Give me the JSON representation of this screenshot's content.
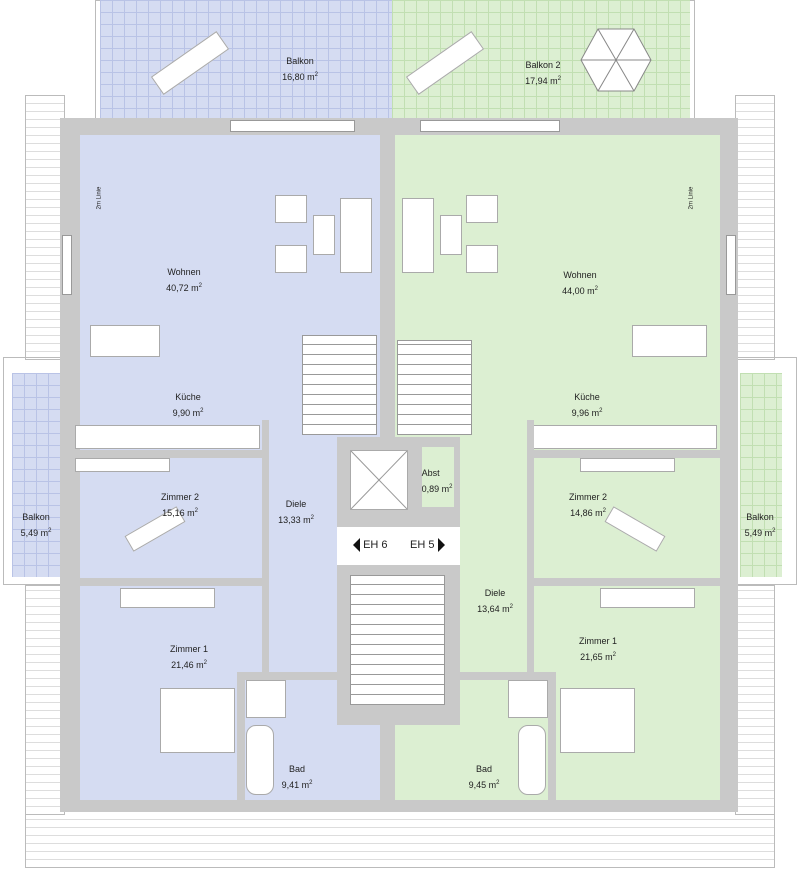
{
  "colors": {
    "unit_left": "#d5dcf2",
    "unit_right": "#dcefd2",
    "wall": "#c9c9c9"
  },
  "rooms": {
    "balkon_top_left": {
      "name": "Balkon",
      "area": "16,80 m",
      "unit": "2"
    },
    "balkon_top_right": {
      "name": "Balkon 2",
      "area": "17,94 m",
      "unit": "2"
    },
    "wohnen_left": {
      "name": "Wohnen",
      "area": "40,72 m",
      "unit": "2"
    },
    "wohnen_right": {
      "name": "Wohnen",
      "area": "44,00 m",
      "unit": "2"
    },
    "kueche_left": {
      "name": "Küche",
      "area": "9,90 m",
      "unit": "2"
    },
    "kueche_right": {
      "name": "Küche",
      "area": "9,96 m",
      "unit": "2"
    },
    "zimmer2_left": {
      "name": "Zimmer 2",
      "area": "15,16 m",
      "unit": "2"
    },
    "zimmer2_right": {
      "name": "Zimmer 2",
      "area": "14,86 m",
      "unit": "2"
    },
    "diele_left": {
      "name": "Diele",
      "area": "13,33 m",
      "unit": "2"
    },
    "diele_right": {
      "name": "Diele",
      "area": "13,64 m",
      "unit": "2"
    },
    "abst": {
      "name": "Abst",
      "area": "0,89 m",
      "unit": "2"
    },
    "balkon_left": {
      "name": "Balkon",
      "area": "5,49 m",
      "unit": "2"
    },
    "balkon_right": {
      "name": "Balkon",
      "area": "5,49 m",
      "unit": "2"
    },
    "zimmer1_left": {
      "name": "Zimmer 1",
      "area": "21,46 m",
      "unit": "2"
    },
    "zimmer1_right": {
      "name": "Zimmer 1",
      "area": "21,65 m",
      "unit": "2"
    },
    "bad_left": {
      "name": "Bad",
      "area": "9,41 m",
      "unit": "2"
    },
    "bad_right": {
      "name": "Bad",
      "area": "9,45 m",
      "unit": "2"
    }
  },
  "entrances": {
    "left": "EH 6",
    "right": "EH 5"
  },
  "annotations": {
    "line_left": "2m Linie",
    "line_right": "2m Linie"
  }
}
